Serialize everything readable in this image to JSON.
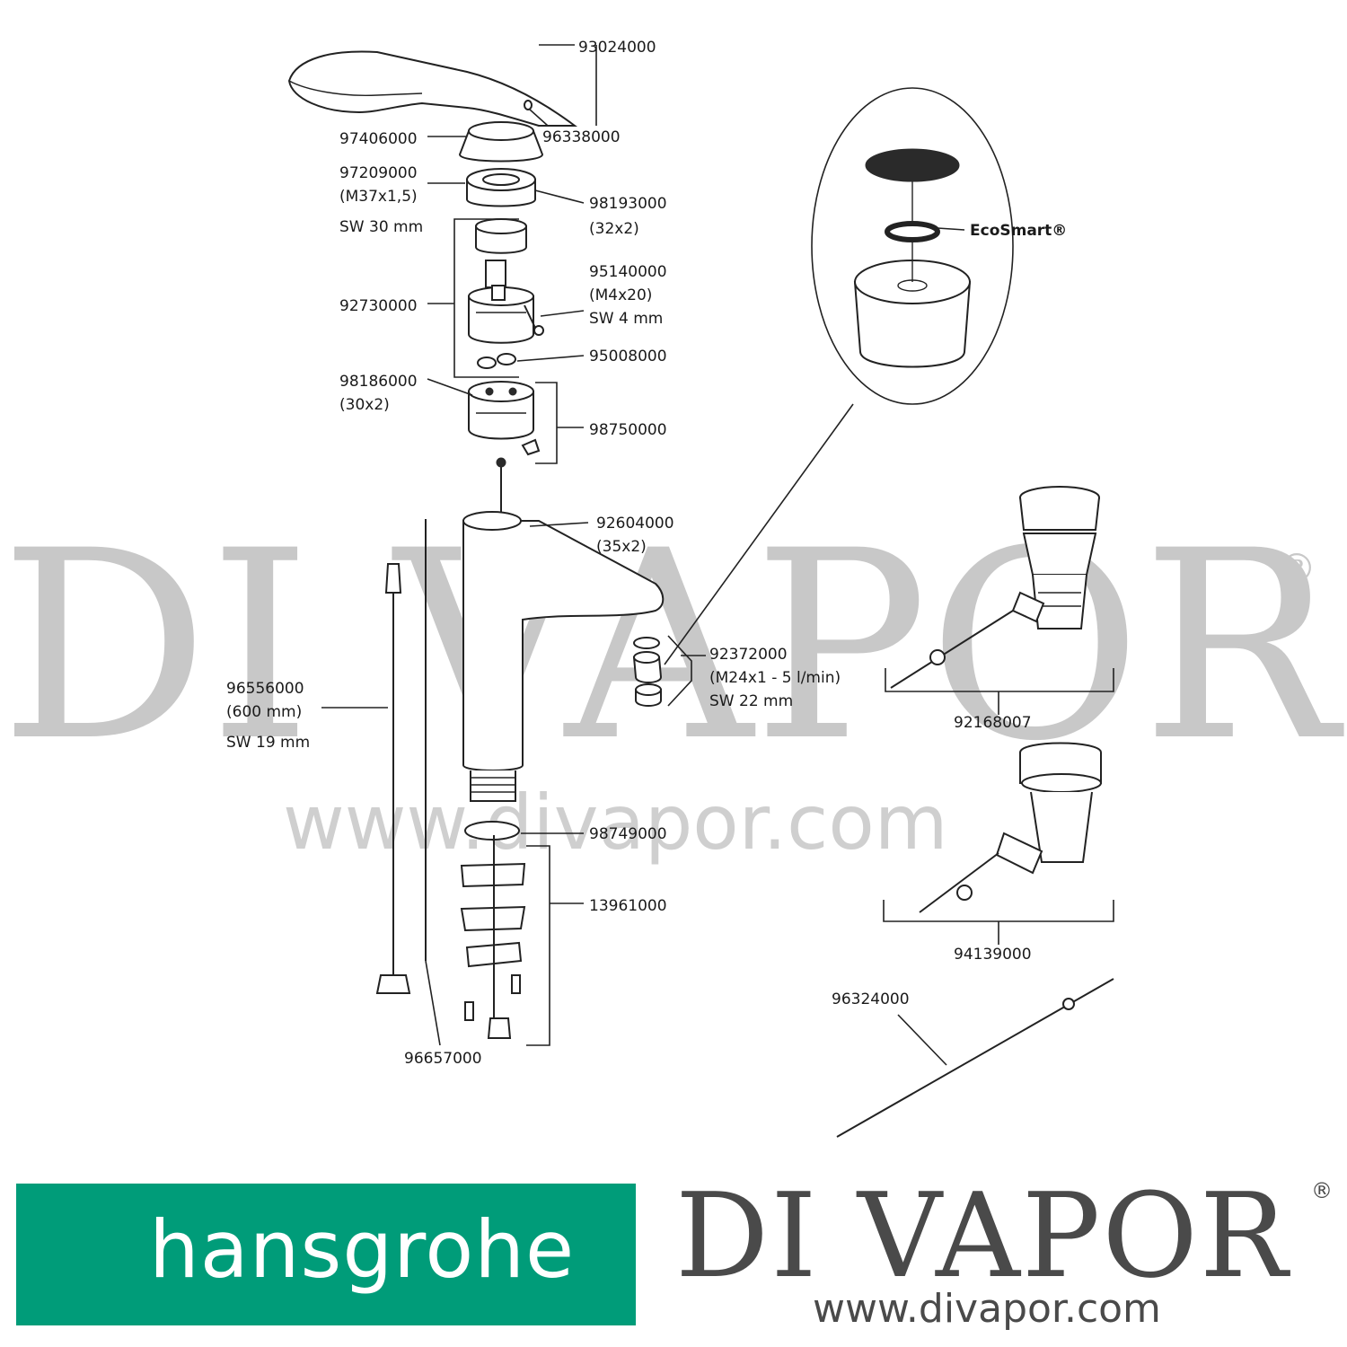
{
  "watermark": {
    "brand": "DI VAPOR",
    "reg": "®",
    "url": "www.divapor.com"
  },
  "labels": {
    "p93024000": "93024000",
    "p96338000": "96338000",
    "p97406000": "97406000",
    "p97209000": "97209000",
    "p97209000_spec": "(M37x1,5)",
    "p97209000_sw": "SW 30 mm",
    "p98193000": "98193000",
    "p98193000_spec": "(32x2)",
    "p92730000": "92730000",
    "p95140000": "95140000",
    "p95140000_spec": "(M4x20)",
    "p95140000_sw": "SW 4 mm",
    "p95008000": "95008000",
    "p98186000": "98186000",
    "p98186000_spec": "(30x2)",
    "p98750000": "98750000",
    "p92604000": "92604000",
    "p92604000_spec": "(35x2)",
    "p92372000": "92372000",
    "p92372000_spec": "(M24x1 - 5  l/min)",
    "p92372000_sw": "SW 22 mm",
    "p96556000": "96556000",
    "p96556000_spec": "(600 mm)",
    "p96556000_sw": "SW 19 mm",
    "p98749000": "98749000",
    "p13961000": "13961000",
    "p96657000": "96657000",
    "p92168007": "92168007",
    "p94139000": "94139000",
    "p96324000": "96324000",
    "ecosmart": "EcoSmart®"
  },
  "footer": {
    "logo": "hansgrohe",
    "logo_color": "#009c79",
    "brand": "DI VAPOR",
    "reg": "®",
    "url": "www.divapor.com"
  }
}
